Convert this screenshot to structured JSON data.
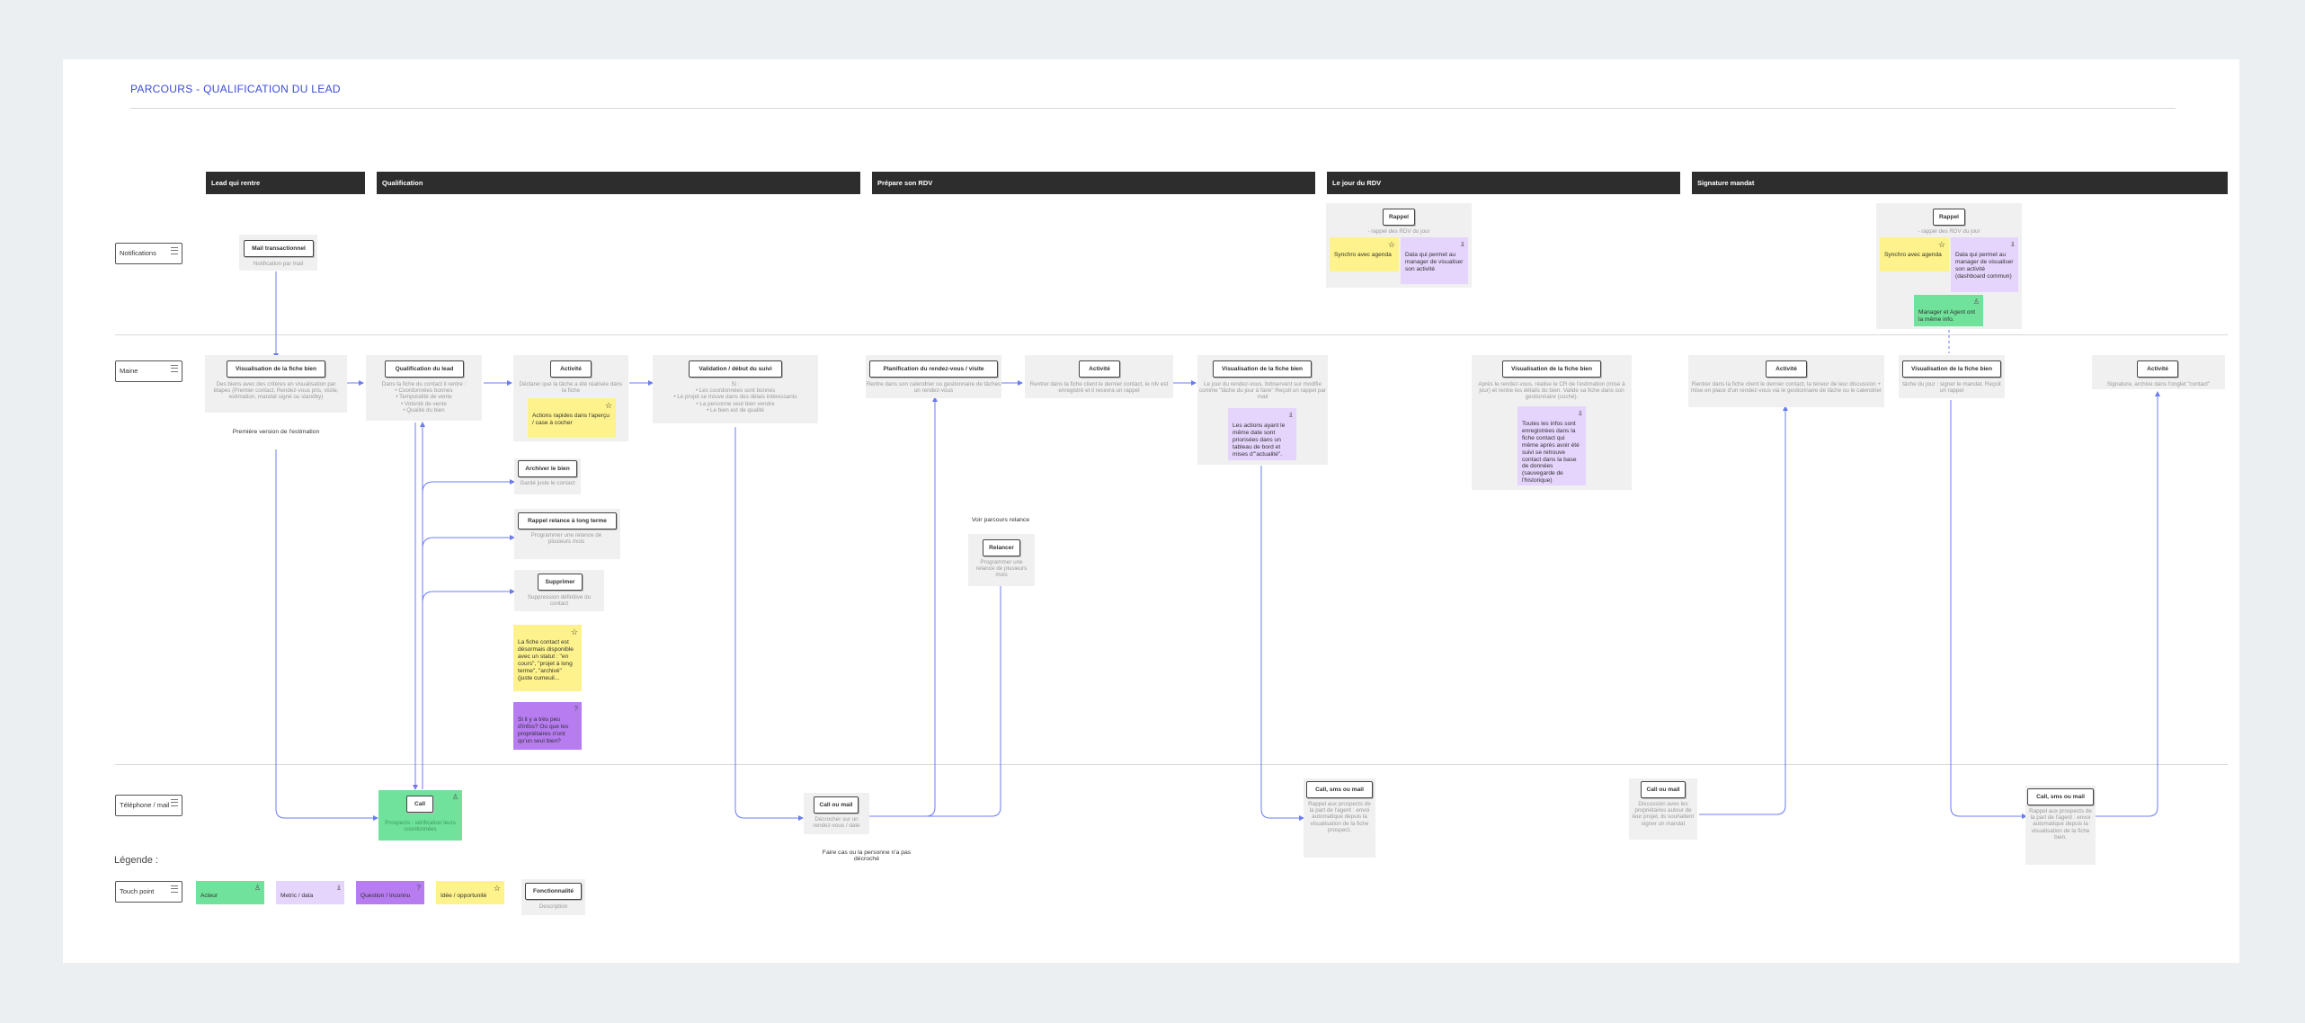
{
  "title": "PARCOURS - QUALIFICATION DU LEAD",
  "phases": [
    "Lead qui rentre",
    "Qualification",
    "Prépare son RDV",
    "Le jour du RDV",
    "Signature mandat"
  ],
  "lanes": [
    "Notifications",
    "Maine",
    "Téléphone / mail"
  ],
  "notif": {
    "mail_label": "Mail transactionnel",
    "mail_desc": "Notification par mail",
    "rappel1_label": "Rappel",
    "rappel1_desc": "- rappel des RDV du jour",
    "rappel1_sync": "Synchro avec agenda",
    "rappel1_data": "Data qui permet au manager de visualiser son activité",
    "rappel2_label": "Rappel",
    "rappel2_desc": "- rappel des RDV du jour",
    "rappel2_sync": "Synchro avec agenda",
    "rappel2_data": "Data qui permet au manager de visualiser son activité (dashboard commun)",
    "rappel2_actor": "Manager et Agent ont la même info."
  },
  "main": {
    "visu1_label": "Visualisation de la fiche bien",
    "visu1_desc": "Des biens avec des critères en visualisation par étapes (Premier contact, Rendez-vous pris, visite, estimation, mandat signé ou standby)",
    "first_version": "Première version de l'estimation",
    "qualif_label": "Qualification du lead",
    "qualif_desc": "Dans la fiche du contact il rentre :\n• Coordonnées bonnes\n• Temporalité de vente\n• Volonté de vente\n• Qualité du bien",
    "act1_label": "Activité",
    "act1_desc": "Déclarer que la tâche a été réalisée dans la fiche",
    "act1_sticky": "Actions rapides dans l'aperçu / case à cocher",
    "archive_label": "Archiver le bien",
    "archive_desc": "Gardé juste le contact",
    "rappel_lt_label": "Rappel relance à long terme",
    "rappel_lt_desc": "Programmer une relance de plusieurs mois",
    "suppr_label": "Supprimer",
    "suppr_desc": "Suppression définitive du contact",
    "sticky_statut": "La fiche contact est désormais disponible avec un statut : \"en cours\", \"projet à long terme\", \"archivé\" (juste cumeuil...",
    "sticky_question": "Si il y a très peu d'infos? Ou que les propriétaires n'ont qu'un seul bien?",
    "valid_label": "Validation / début du suivi",
    "valid_desc": "Si :\n• Les coordonnées sont bonnes\n• Le projet se trouve dans des délais intéressants\n• La personne veut bien vendre\n• Le bien est de qualité",
    "planif_label": "Planification du rendez-vous / visite",
    "planif_desc": "Rentre dans son calendrier ou gestionnaire de tâches un rendez-vous",
    "voir_relance": "Voir parcours relance",
    "relancer_label": "Relancer",
    "relancer_desc": "Programmer une relance de plusieurs mois",
    "act2_label": "Activité",
    "act2_desc": "Rentrer dans la fiche client le dernier contact, le rdv est enregistré et il recevra un rappel",
    "visu2_label": "Visualisation de la fiche bien",
    "visu2_desc": "Le jour du rendez-vous, llobservent sur modifie comme \"tâche du jour à faire\" Reçoit un rappel par mail",
    "visu2_sticky": "Les actions ayant le même date sont priorisées dans un tableau de bord et mises d'\"actualité\".",
    "visu3_label": "Visualisation de la fiche bien",
    "visu3_desc": "Après le rendez-vous, réalise le CR de l'estimation (mise à jour) et rentre les détails du bien. Valide sa fiche dans son gestionnaire (coché).",
    "visu3_sticky": "Toutes les infos sont enregistrées dans la fiche contact qui même après avoir été suivi se retrouve contact dans la base de données (sauvegarde de l'historique)",
    "act3_label": "Activité",
    "act3_desc": "Rentrer dans la fiche client le dernier contact, la teneur de leur discussion + mise en place d'un rendez-vous via le gestionnaire de tâche ou le calendrier",
    "visu4_label": "Visualisation de la fiche bien",
    "visu4_desc": "tâche du jour : signer le mandat. Reçoit un rappel",
    "act4_label": "Activité",
    "act4_desc": "Signature, archive dans l'onglet \"contact\""
  },
  "tel": {
    "call_label": "Call",
    "call_desc": "Prospects : vérification leurs coordonnées",
    "callmail1_label": "Call ou mail",
    "callmail1_desc": "Décrocher sur un rendez-vous / date",
    "faire_cas": "Faire cas ou la personne n'a pas décroché",
    "callsms1_label": "Call, sms ou mail",
    "callsms1_desc": "Rappel aux prospects de la part de l'agent : envoi automatique depuis la visualisation de la fiche prospect.",
    "callmail2_label": "Call ou mail",
    "callmail2_desc": "Discussion avec les propriétaires autour de leur projet, ils souhaitent signer un mandat",
    "callsms2_label": "Call, sms ou mail",
    "callsms2_desc": "Rappel aux prospects de la part de l'agent : envoi automatique depuis la visualisation de la fiche bien."
  },
  "legend": {
    "title": "Légende :",
    "touch": "Touch point",
    "actor": "Acteur",
    "metric": "Metric / data",
    "question": "Question / Inconnu",
    "idea": "Idée / opportunité",
    "func_label": "Fonctionnalité",
    "func_desc": "Description"
  },
  "colors": {
    "accent": "#3b4bd8",
    "arrow": "#6b7cf0",
    "phase_bg": "#2d2d2d",
    "yellow": "#fdf28b",
    "light_purple": "#e5d4fb",
    "dark_purple": "#b67cf0",
    "green": "#70e29b"
  }
}
